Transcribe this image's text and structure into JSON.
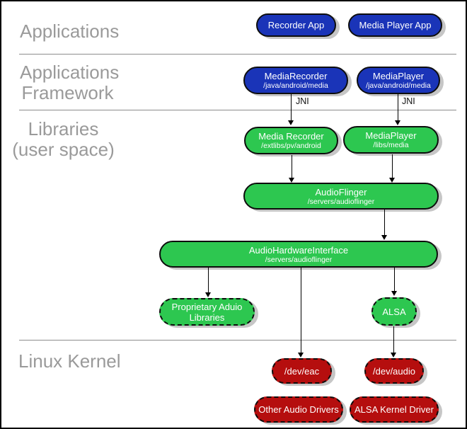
{
  "sections": {
    "applications": {
      "label": "Applications"
    },
    "applications_framework": {
      "label_line1": "Applications",
      "label_line2": "Framework"
    },
    "libraries": {
      "label_line1": "Libraries",
      "label_line2": "(user space)"
    },
    "linux_kernel": {
      "label": "Linux Kernel"
    }
  },
  "nodes": {
    "recorder_app": {
      "label": "Recorder App"
    },
    "media_player_app": {
      "label": "Media Player App"
    },
    "media_recorder_fw": {
      "label": "MediaRecorder",
      "path": "/java/android/media"
    },
    "media_player_fw": {
      "label": "MediaPlayer",
      "path": "/java/android/media"
    },
    "media_recorder_lib": {
      "label": "Media Recorder",
      "path": "/extlibs/pv/android"
    },
    "media_player_lib": {
      "label": "MediaPlayer",
      "path": "/libs/media"
    },
    "audio_flinger": {
      "label": "AudioFlinger",
      "path": "/servers/audioflinger"
    },
    "audio_hardware_interface": {
      "label": "AudioHardwareInterface",
      "path": "/servers/audioflinger"
    },
    "proprietary_audio_libraries": {
      "label_line1": "Proprietary Aduio",
      "label_line2": "Libraries"
    },
    "alsa": {
      "label": "ALSA"
    },
    "dev_eac": {
      "label": "/dev/eac"
    },
    "dev_audio": {
      "label": "/dev/audio"
    },
    "other_audio_drivers": {
      "label": "Other Audio Drivers"
    },
    "alsa_kernel_driver": {
      "label": "ALSA Kernel Driver"
    }
  },
  "edges": {
    "jni_left_label": "JNI",
    "jni_right_label": "JNI"
  },
  "colors": {
    "app_blue": "#1a34b8",
    "lib_green": "#2dc750",
    "kernel_red": "#b50e0e",
    "box_shadow": "#c6c6c6",
    "divider_gray": "#8c8c8c",
    "section_label_gray": "#9a9a9a",
    "box_text": "#ffffff"
  }
}
